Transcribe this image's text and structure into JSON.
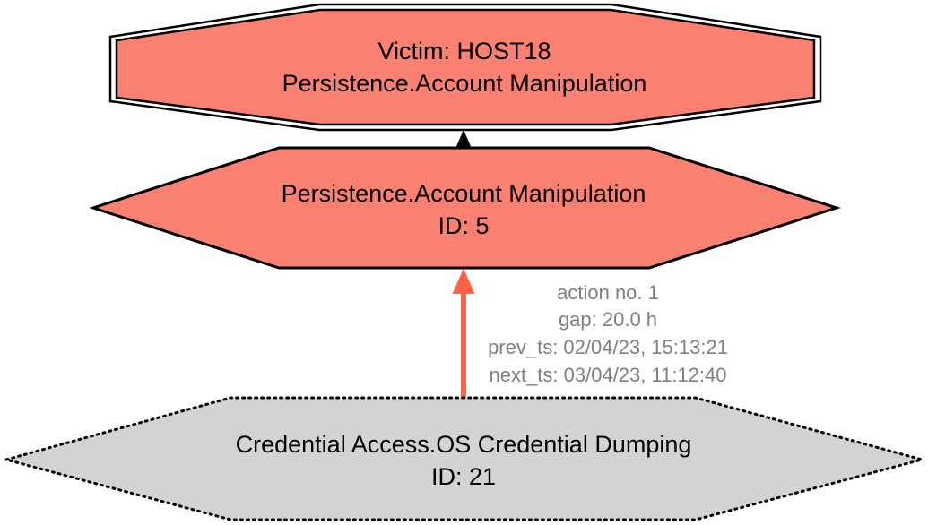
{
  "nodes": {
    "victim": {
      "line1": "Victim: HOST18",
      "line2": "Persistence.Account Manipulation",
      "fill": "#fa8072",
      "stroke": "#000000"
    },
    "action_5": {
      "line1": "Persistence.Account Manipulation",
      "line2": "ID: 5",
      "fill": "#fa8072",
      "stroke": "#000000"
    },
    "action_21": {
      "line1": "Credential Access.OS Credential Dumping",
      "line2": "ID: 21",
      "fill": "#d3d3d3",
      "stroke": "#000000"
    }
  },
  "edges": {
    "e21_to_5": {
      "color": "#ff6347",
      "labels": [
        "action no. 1",
        "gap: 20.0 h",
        "prev_ts: 02/04/23, 15:13:21",
        "next_ts: 03/04/23, 11:12:40"
      ]
    },
    "e5_to_victim": {
      "color": "#000000"
    }
  }
}
